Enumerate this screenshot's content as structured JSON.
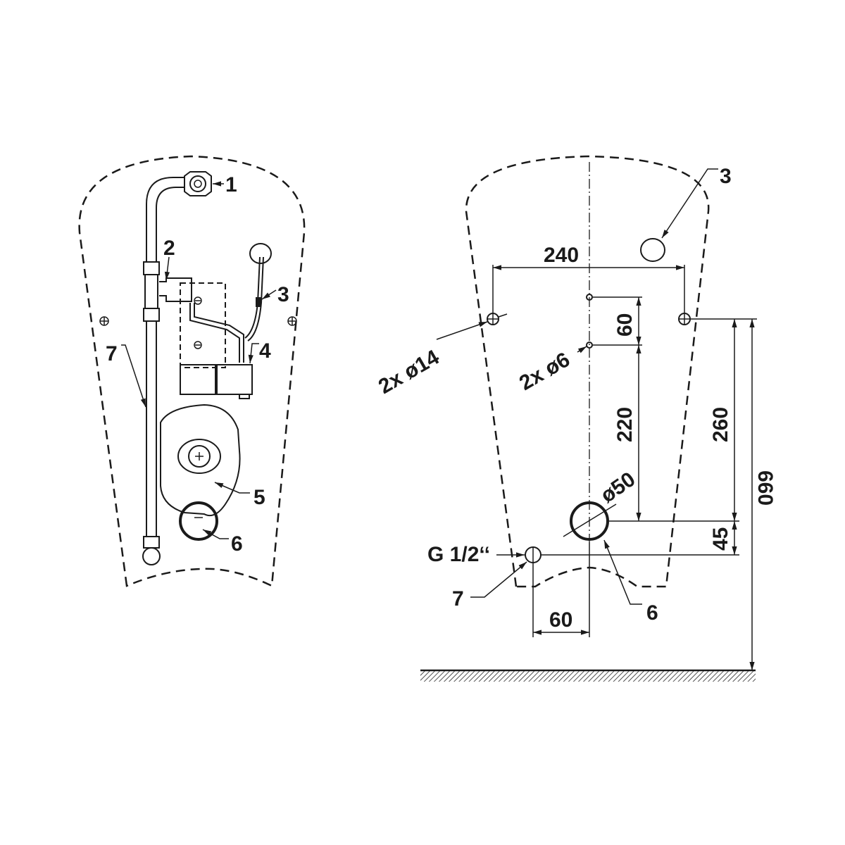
{
  "left_view": {
    "callouts": [
      "1",
      "2",
      "3",
      "4",
      "5",
      "6",
      "7"
    ]
  },
  "right_view": {
    "callouts": {
      "item3": "3",
      "item6": "6",
      "item7": "7"
    },
    "dimensions": {
      "width_240": "240",
      "spacing_60": "60",
      "spacing_220": "220",
      "height_260": "260",
      "offset_45": "45",
      "height_660": "660",
      "offset_60": "60"
    },
    "hole_labels": {
      "large_holes": "2x ø14",
      "small_holes": "2x ø6",
      "outlet": "ø50",
      "thread": "G 1/2‘‘"
    }
  }
}
